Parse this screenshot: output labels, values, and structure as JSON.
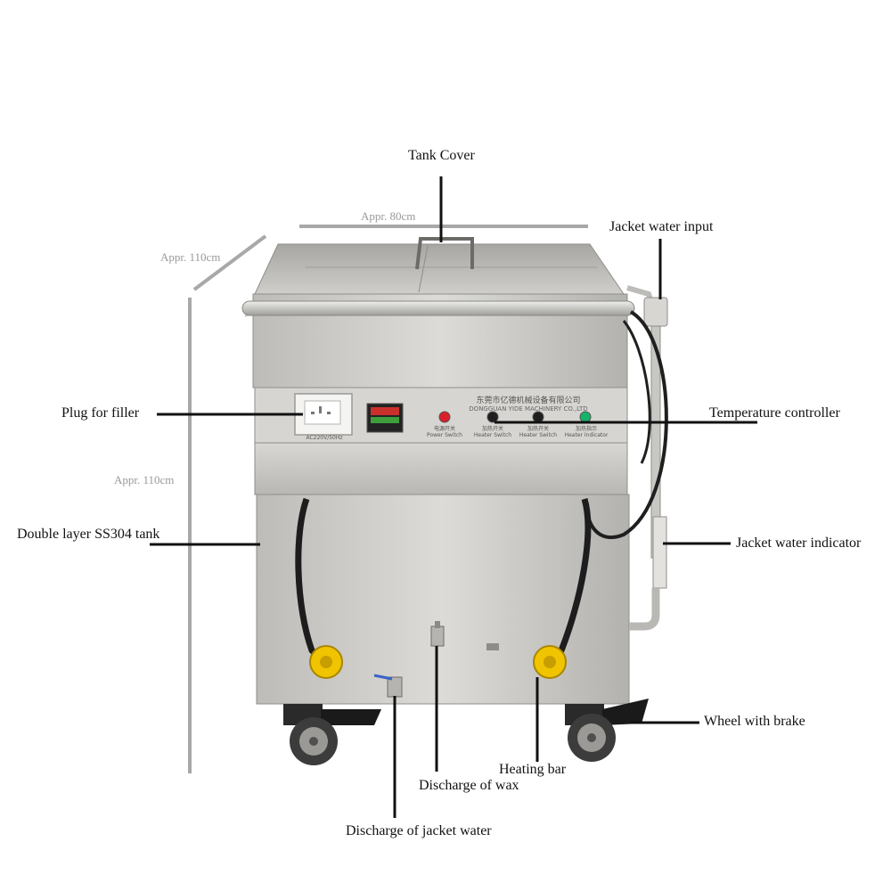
{
  "dimensions": {
    "width_label": "Appr. 80cm",
    "depth_label": "Appr. 110cm",
    "height_label": "Appr. 110cm"
  },
  "callouts": {
    "tank_cover": "Tank Cover",
    "jacket_water_input": "Jacket water input",
    "plug_for_filler": "Plug for filler",
    "temperature_controller": "Temperature controller",
    "double_layer_tank": "Double layer SS304 tank",
    "jacket_water_indicator": "Jacket water indicator",
    "wheel_with_brake": "Wheel with brake",
    "heating_bar": "Heating bar",
    "discharge_of_wax": "Discharge of wax",
    "discharge_of_jacket_water": "Discharge of jacket water"
  },
  "panel": {
    "company_cn": "东莞市亿德机械设备有限公司",
    "company_en": "DONGGUAN YIDE MACHINERY CO.,LTD",
    "socket_rating": "AC220V/50Hz",
    "switches": [
      {
        "cn": "电源开关",
        "en": "Power Switch"
      },
      {
        "cn": "加热开关",
        "en": "Heater Switch"
      },
      {
        "cn": "加热开关",
        "en": "Heater Switch"
      },
      {
        "cn": "加热指示",
        "en": "Heater Indicator"
      }
    ]
  },
  "colors": {
    "steel": "#c9c8c4",
    "steel_dark": "#a9a8a4",
    "dimension_line": "#a8a8a8",
    "leader_line": "#111111",
    "indicator_red": "#d8202a",
    "indicator_green": "#16b36a",
    "caster_yellow": "#f0c400"
  }
}
